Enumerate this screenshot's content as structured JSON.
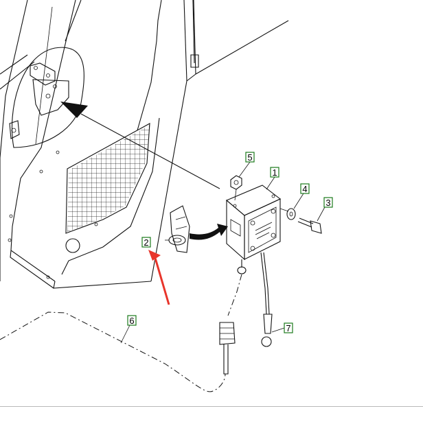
{
  "diagram": {
    "callouts": [
      {
        "id": "callout-1",
        "label": "1"
      },
      {
        "id": "callout-2",
        "label": "2"
      },
      {
        "id": "callout-3",
        "label": "3"
      },
      {
        "id": "callout-4",
        "label": "4"
      },
      {
        "id": "callout-5",
        "label": "5"
      },
      {
        "id": "callout-6",
        "label": "6"
      },
      {
        "id": "callout-7",
        "label": "7"
      }
    ],
    "colors": {
      "callout_border": "#1a7a1a",
      "highlight_arrow": "#e8352b",
      "line": "#111111"
    }
  }
}
